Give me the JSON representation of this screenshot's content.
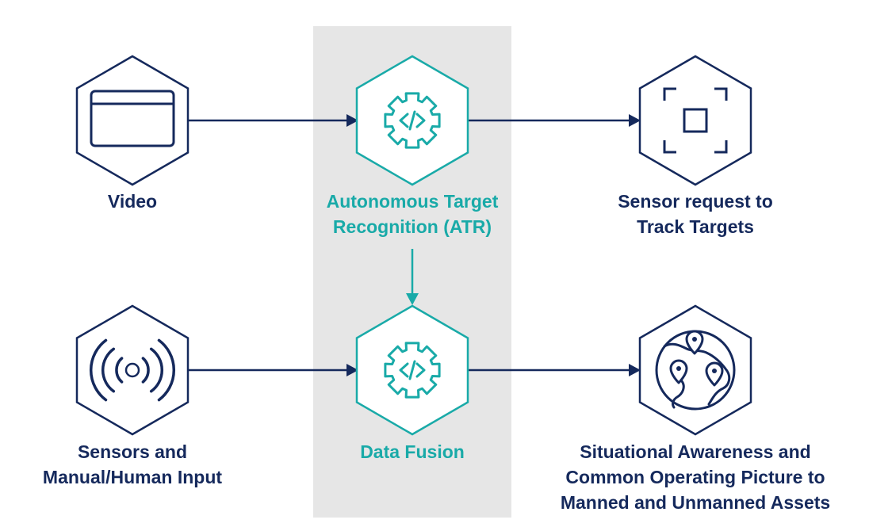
{
  "colors": {
    "navy": "#15295c",
    "teal": "#19aaa8",
    "band": "#e6e6e6",
    "background": "#ffffff"
  },
  "nodes": {
    "video": {
      "icon": "video-window-icon",
      "lines": [
        "Video"
      ]
    },
    "atr": {
      "icon": "code-gear-icon",
      "lines": [
        "Autonomous Target",
        "Recognition (ATR)"
      ]
    },
    "sensor_request": {
      "icon": "focus-target-icon",
      "lines": [
        "Sensor request to",
        "Track Targets"
      ]
    },
    "sensors": {
      "icon": "signal-broadcast-icon",
      "lines": [
        "Sensors and",
        "Manual/Human Input"
      ]
    },
    "data_fusion": {
      "icon": "code-gear-icon",
      "lines": [
        "Data Fusion"
      ]
    },
    "situational": {
      "icon": "globe-map-pins-icon",
      "lines": [
        "Situational Awareness and",
        "Common Operating Picture to",
        "Manned and Unmanned Assets"
      ]
    }
  },
  "edges": [
    {
      "from": "video",
      "to": "atr"
    },
    {
      "from": "atr",
      "to": "sensor_request"
    },
    {
      "from": "atr",
      "to": "data_fusion"
    },
    {
      "from": "sensors",
      "to": "data_fusion"
    },
    {
      "from": "data_fusion",
      "to": "situational"
    }
  ]
}
